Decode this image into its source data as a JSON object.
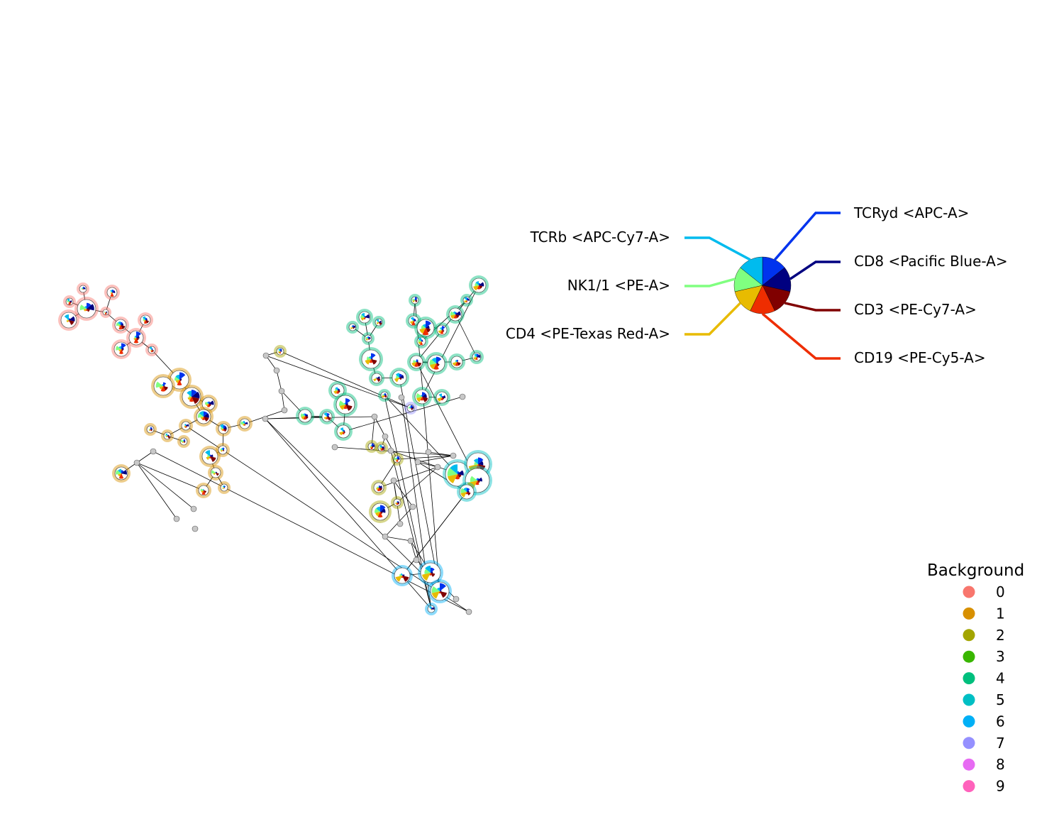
{
  "legend": {
    "title": "Background",
    "items": [
      {
        "label": "0",
        "color": "#f8766d"
      },
      {
        "label": "1",
        "color": "#d89000"
      },
      {
        "label": "2",
        "color": "#a3a500"
      },
      {
        "label": "3",
        "color": "#39b600"
      },
      {
        "label": "4",
        "color": "#00bf7d"
      },
      {
        "label": "5",
        "color": "#00bfc4"
      },
      {
        "label": "6",
        "color": "#00b0f6"
      },
      {
        "label": "7",
        "color": "#9590ff"
      },
      {
        "label": "8",
        "color": "#e76bf3"
      },
      {
        "label": "9",
        "color": "#ff62bc"
      }
    ]
  },
  "markers": [
    {
      "label": "TCRyd <APC-A>",
      "color": "#0033ee"
    },
    {
      "label": "CD8 <Pacific Blue-A>",
      "color": "#000080"
    },
    {
      "label": "CD3 <PE-Cy7-A>",
      "color": "#800000"
    },
    {
      "label": "CD19 <PE-Cy5-A>",
      "color": "#ee2d00"
    },
    {
      "label": "CD4 <PE-Texas Red-A>",
      "color": "#e8bb00"
    },
    {
      "label": "NK1/1 <PE-A>",
      "color": "#80ff80"
    },
    {
      "label": "TCRb <APC-Cy7-A>",
      "color": "#00bbee"
    }
  ],
  "node_colors": {
    "metacluster_node": "#c8c8c8",
    "edge": "#000000"
  }
}
